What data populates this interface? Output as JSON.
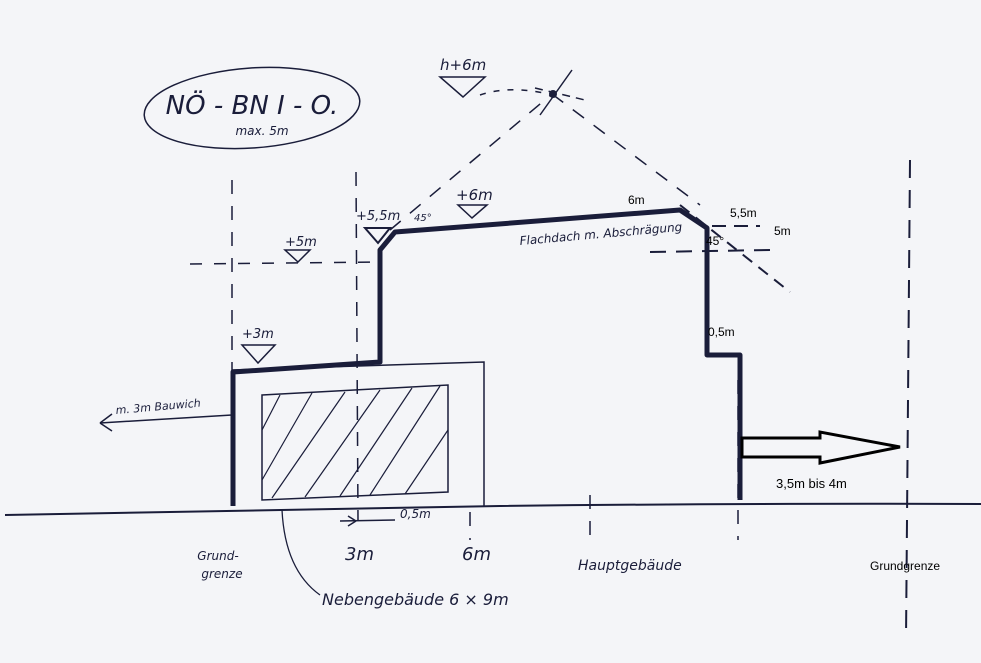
{
  "labels": {
    "oval_line1": "NÖ - BN I - O.",
    "oval_line2": "max. 5m",
    "roof_height": "h+6m",
    "level_5_5": "+5,5m",
    "angle_45_top": "45°",
    "level_6": "+6m",
    "level_5": "+5m",
    "level_3": "+3m",
    "flat_roof": "Flachdach m. Abschrägung",
    "bauwich_arrow": "m. 3m Bauwich",
    "dim_0_5_bottom": "0,5m",
    "ground_left": [
      "Grund-",
      "grenze"
    ],
    "mark_3m": "3m",
    "mark_6m": "6m",
    "hauptgebaeude": "Hauptgebäude",
    "nebengebaeude": "Nebengebäude  6 × 9m",
    "top_6m": "6m",
    "dim_5_5": "5,5m",
    "dim_5m": "5m",
    "angle_45_right": "45°",
    "dim_0_5_right": "0,5m",
    "distance": "3,5m bis 4m",
    "grundgrenze_right": "Grundgrenze"
  },
  "colors": {
    "paper": "#f4f5f8",
    "pen": "#1a1d3a",
    "typed": "#000000"
  }
}
